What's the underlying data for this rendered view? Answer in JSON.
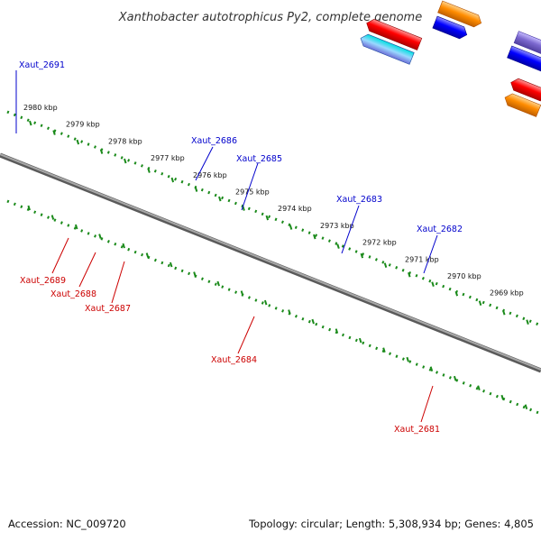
{
  "header": {
    "title": "Xanthobacter autotrophicus Py2, complete genome"
  },
  "footer": {
    "accession": "Accession: NC_009720",
    "summary": "Topology: circular; Length: 5,308,934 bp; Genes: 4,805"
  },
  "colors": {
    "backbone": "#808080",
    "ruler": "#1a8a1a",
    "forward_label": "#0000cc",
    "reverse_label": "#cc0000",
    "gene_red": "#ff0000",
    "gene_blue": "#0000ff",
    "gene_navy": "#000080",
    "gene_cyan": "#00c8ff",
    "gene_lavender": "#7b68cf",
    "gene_orange": "#ff8c00",
    "gene_gray": "#808080"
  },
  "ruler_ticks": [
    "2980 kbp",
    "2979 kbp",
    "2978 kbp",
    "2977 kbp",
    "2976 kbp",
    "2975 kbp",
    "2974 kbp",
    "2973 kbp",
    "2972 kbp",
    "2971 kbp",
    "2970 kbp",
    "2969 kbp"
  ],
  "genes_forward": [
    "Xaut_2691",
    "Xaut_2686",
    "Xaut_2685",
    "Xaut_2683",
    "Xaut_2682"
  ],
  "genes_reverse": [
    "Xaut_2689",
    "Xaut_2688",
    "Xaut_2687",
    "Xaut_2684",
    "Xaut_2681"
  ]
}
